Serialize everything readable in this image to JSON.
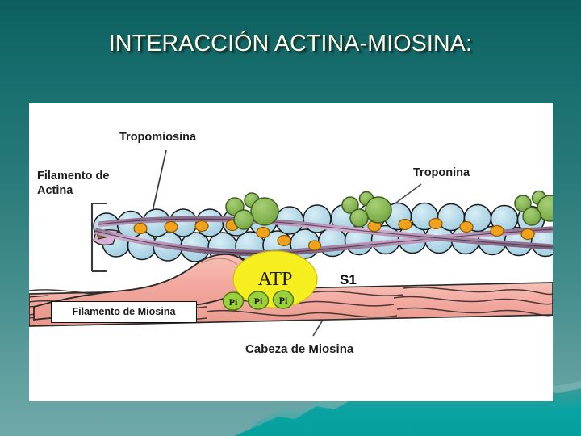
{
  "slide": {
    "title": "INTERACCIÓN ACTINA-MIOSINA:",
    "title_color": "#FDFBE4",
    "background_top_color": "#0d5f5f",
    "background_bottom_color": "#6fa8a8",
    "accent_wave_color": "#00a3a3"
  },
  "figure": {
    "panel_background": "#ffffff",
    "labels": {
      "tropomiosina": "Tropomiosina",
      "filamento_de_actina": "Filamento de\nActina",
      "filamento_de_actina_line1": "Filamento de",
      "filamento_de_actina_line2": "Actina",
      "troponina": "Troponina",
      "filamento_de_miosina": "Filamento de Miosina",
      "cabeza_de_miosina": "Cabeza de Miosina",
      "s1": "S1",
      "atp": "ATP",
      "phosphate": "Pi"
    },
    "colors": {
      "actin_sphere": "#b5d9e8",
      "actin_sphere_stroke": "#1a1a1a",
      "tropomyosin_strand": "#c59fc4",
      "tropomyosin_stroke": "#2b2b2b",
      "binding_site_orange": "#f0a21a",
      "troponin_green": "#86b552",
      "myosin_pink": "#f2a99f",
      "myosin_stroke": "#2a2a2a",
      "atp_yellow": "#f7ee1f",
      "phosphate_green": "#9ad13a"
    },
    "counts": {
      "phosphate_groups": 3,
      "troponin_complexes": 3
    }
  }
}
